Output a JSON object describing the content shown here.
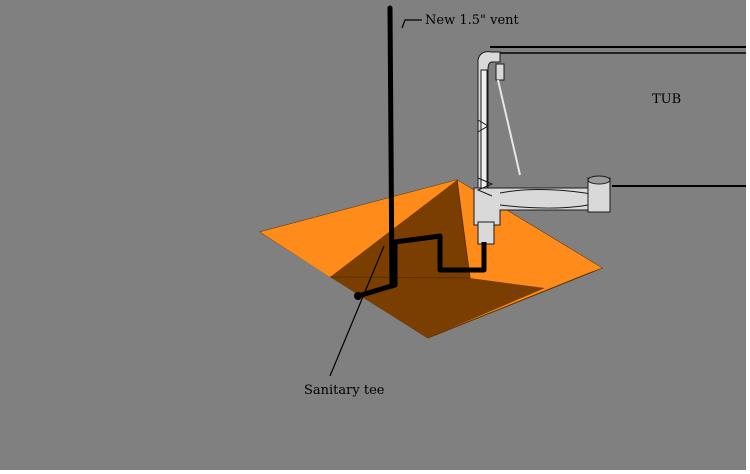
{
  "diagram": {
    "labels": {
      "vent": "New 1.5\" vent",
      "tub": "TUB",
      "tee": "Sanitary tee"
    },
    "colors": {
      "background": "#808080",
      "border": "#ffffff",
      "floor_opening": "#ff8c1a",
      "pit_shadow": "#7a3f00",
      "pipe": "#000000",
      "fixture_fill": "#d9d9d9",
      "fixture_outline": "#e6e6e6",
      "fixture_stroke": "#1a1a1a"
    }
  }
}
